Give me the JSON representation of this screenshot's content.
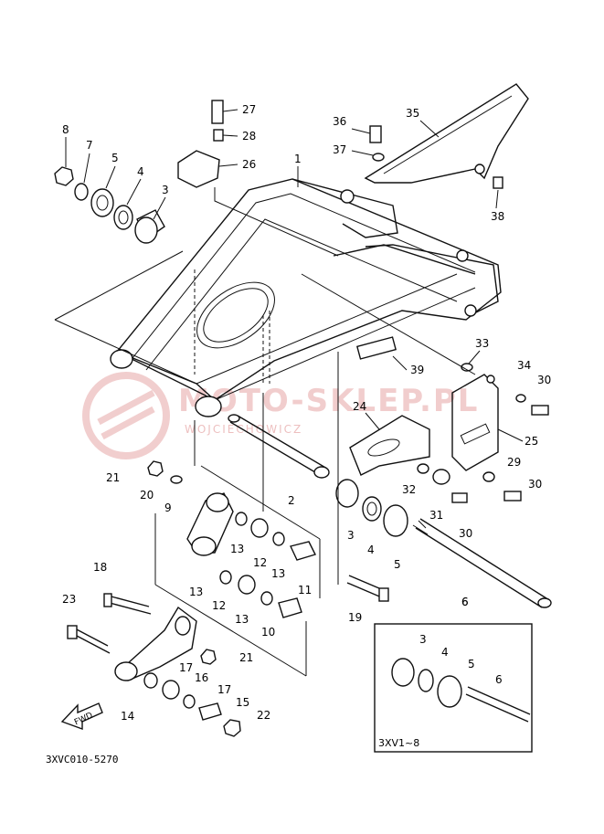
{
  "diagram": {
    "code": "3XVC010-5270",
    "inset_label": "3XV1~8",
    "fwd_label": "FWD",
    "watermark": {
      "main": "MOTO-SKLEP.PL",
      "sub": "WOJCIECHOWICZ"
    }
  },
  "callouts": [
    "1",
    "2",
    "3",
    "4",
    "5",
    "6",
    "7",
    "8",
    "9",
    "10",
    "11",
    "12",
    "12",
    "13",
    "13",
    "13",
    "13",
    "14",
    "15",
    "16",
    "17",
    "17",
    "18",
    "19",
    "20",
    "21",
    "21",
    "22",
    "23",
    "24",
    "25",
    "26",
    "27",
    "28",
    "29",
    "30",
    "30",
    "30",
    "31",
    "32",
    "33",
    "34",
    "35",
    "36",
    "37",
    "38",
    "39",
    "3",
    "4",
    "5",
    "6",
    "3",
    "4",
    "5",
    "6"
  ],
  "colors": {
    "line": "#111111",
    "watermark": "#e6a5a5"
  }
}
